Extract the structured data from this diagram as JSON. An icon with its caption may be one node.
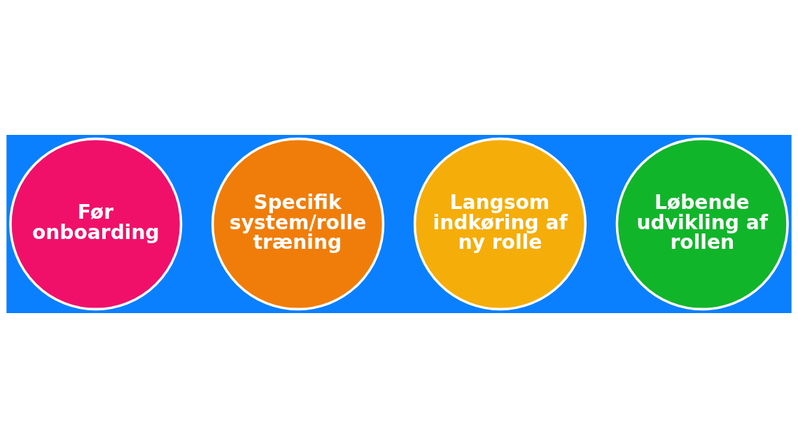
{
  "diagram": {
    "nodes": [
      {
        "text": [
          "Før onboarding"
        ]
      },
      {
        "text": [
          "Specifik system/rolle træning"
        ]
      },
      {
        "text": [
          "Langsom indkøring af ny rolle"
        ]
      },
      {
        "text": [
          "Løbende udvikling af rollen"
        ]
      }
    ]
  }
}
